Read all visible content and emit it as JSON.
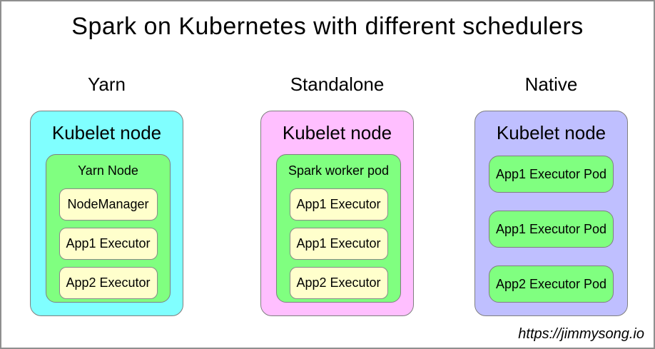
{
  "title": "Spark on Kubernetes with different schedulers",
  "colors": {
    "yarn_node_bg": "#80FFFF",
    "standalone_node_bg": "#FFBFFF",
    "native_node_bg": "#BFBFFF",
    "inner_green_bg": "#80FF80",
    "executor_bg": "#FFFFCC",
    "border": "#7f7f7f"
  },
  "columns": [
    {
      "header": "Yarn",
      "node_label": "Kubelet node",
      "inner": {
        "label": "Yarn Node",
        "items": [
          "NodeManager",
          "App1 Executor",
          "App2 Executor"
        ]
      }
    },
    {
      "header": "Standalone",
      "node_label": "Kubelet node",
      "inner": {
        "label": "Spark worker pod",
        "items": [
          "App1 Executor",
          "App1 Executor",
          "App2 Executor"
        ]
      }
    },
    {
      "header": "Native",
      "node_label": "Kubelet node",
      "pods": [
        "App1 Executor Pod",
        "App1 Executor Pod",
        "App2 Executor Pod"
      ]
    }
  ],
  "footer": {
    "url": "https://jimmysong.io"
  }
}
